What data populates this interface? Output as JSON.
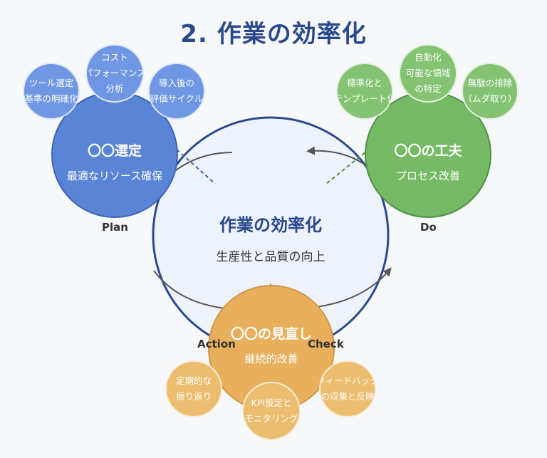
{
  "title": "2. 作業の効率化",
  "center": {
    "title": "作業の効率化",
    "subtitle": "生産性と品質の向上"
  },
  "plan": {
    "label": "Plan",
    "title": "〇〇選定",
    "subtitle": "最適なリソース確保",
    "items": [
      {
        "line1": "ツール選定",
        "line2": "基準の明確化"
      },
      {
        "line1": "コスト",
        "line2": "パフォーマンス",
        "line3": "分析"
      },
      {
        "line1": "導入後の",
        "line2": "評価サイクル"
      }
    ]
  },
  "do": {
    "label": "Do",
    "title": "〇〇の工夫",
    "subtitle": "プロセス改善",
    "items": [
      {
        "line1": "標準化と",
        "line2": "テンプレート化"
      },
      {
        "line1": "自動化",
        "line2": "可能な領域",
        "line3": "の特定"
      },
      {
        "line1": "無駄の排除",
        "line2": "（ムダ取り）"
      }
    ]
  },
  "action_label": "Action",
  "check_label": "Check",
  "check": {
    "title": "〇〇の見直し",
    "subtitle": "継続的改善",
    "items": [
      {
        "line1": "定期的な",
        "line2": "振り返り"
      },
      {
        "line1": "KPI設定と",
        "line2": "モニタリング"
      },
      {
        "line1": "フィードバック",
        "line2": "の収集と反映"
      }
    ]
  },
  "colors": {
    "blue": "#5a84d6",
    "green": "#77ba66",
    "orange": "#e8b05c",
    "title": "#2b4a8c"
  }
}
